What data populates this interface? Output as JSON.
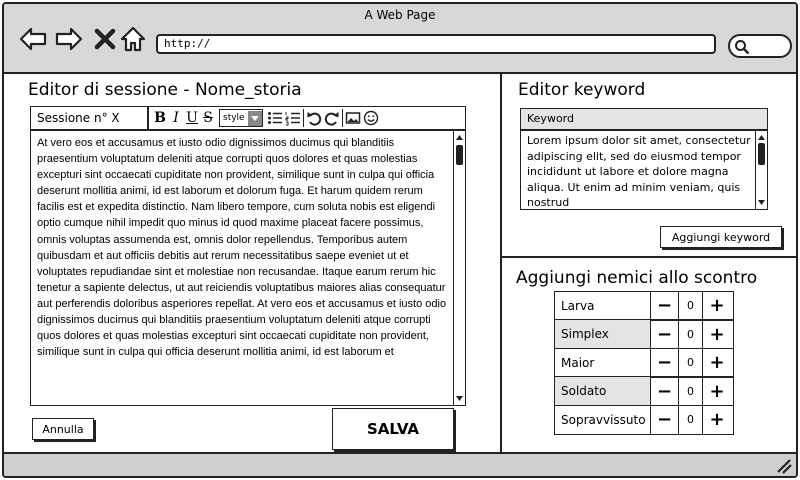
{
  "window": {
    "title": "A Web Page"
  },
  "browser": {
    "url": "http://"
  },
  "session_editor": {
    "title": "Editor di sessione - Nome_storia",
    "session_label": "Sessione n° X",
    "style_label": "style",
    "body": "At vero eos et accusamus et iusto odio dignissimos ducimus qui blanditiis praesentium voluptatum deleniti atque corrupti quos dolores et quas molestias excepturi sint occaecati cupiditate non provident, similique sunt in culpa qui officia deserunt mollitia animi, id est laborum et dolorum fuga. Et harum quidem rerum facilis est et expedita distinctio. Nam libero tempore, cum soluta nobis est eligendi optio cumque nihil impedit quo minus id quod maxime placeat facere possimus, omnis voluptas assumenda est, omnis dolor repellendus. Temporibus autem quibusdam et aut officiis debitis aut rerum necessitatibus saepe eveniet ut et voluptates repudiandae sint et molestiae non recusandae. Itaque earum rerum hic tenetur a sapiente delectus, ut aut reiciendis voluptatibus maiores alias consequatur aut perferendis doloribus asperiores repellat. At vero eos et accusamus et iusto odio dignissimos ducimus qui blanditiis praesentium voluptatum deleniti atque corrupti quos dolores et quas molestias excepturi sint occaecati cupiditate non provident, similique sunt in culpa qui officia deserunt mollitia animi, id est laborum et",
    "cancel_label": "Annulla",
    "save_label": "SALVA"
  },
  "keyword_editor": {
    "title": "Editor keyword",
    "list_header": "Keyword",
    "body": "Lorem ipsum dolor sit amet, consectetur adipiscing elit, sed do eiusmod tempor incididunt ut labore et dolore magna aliqua. Ut enim ad minim veniam, quis nostrud",
    "add_label": "Aggiungi keyword"
  },
  "enemies": {
    "title": "Aggiungi nemici allo scontro",
    "minus_symbol": "−",
    "plus_symbol": "+",
    "rows": [
      {
        "name": "Larva",
        "count": "0"
      },
      {
        "name": "Simplex",
        "count": "0"
      },
      {
        "name": "Maior",
        "count": "0"
      },
      {
        "name": "Soldato",
        "count": "0"
      },
      {
        "name": "Sopravvissuto",
        "count": "0"
      }
    ]
  }
}
